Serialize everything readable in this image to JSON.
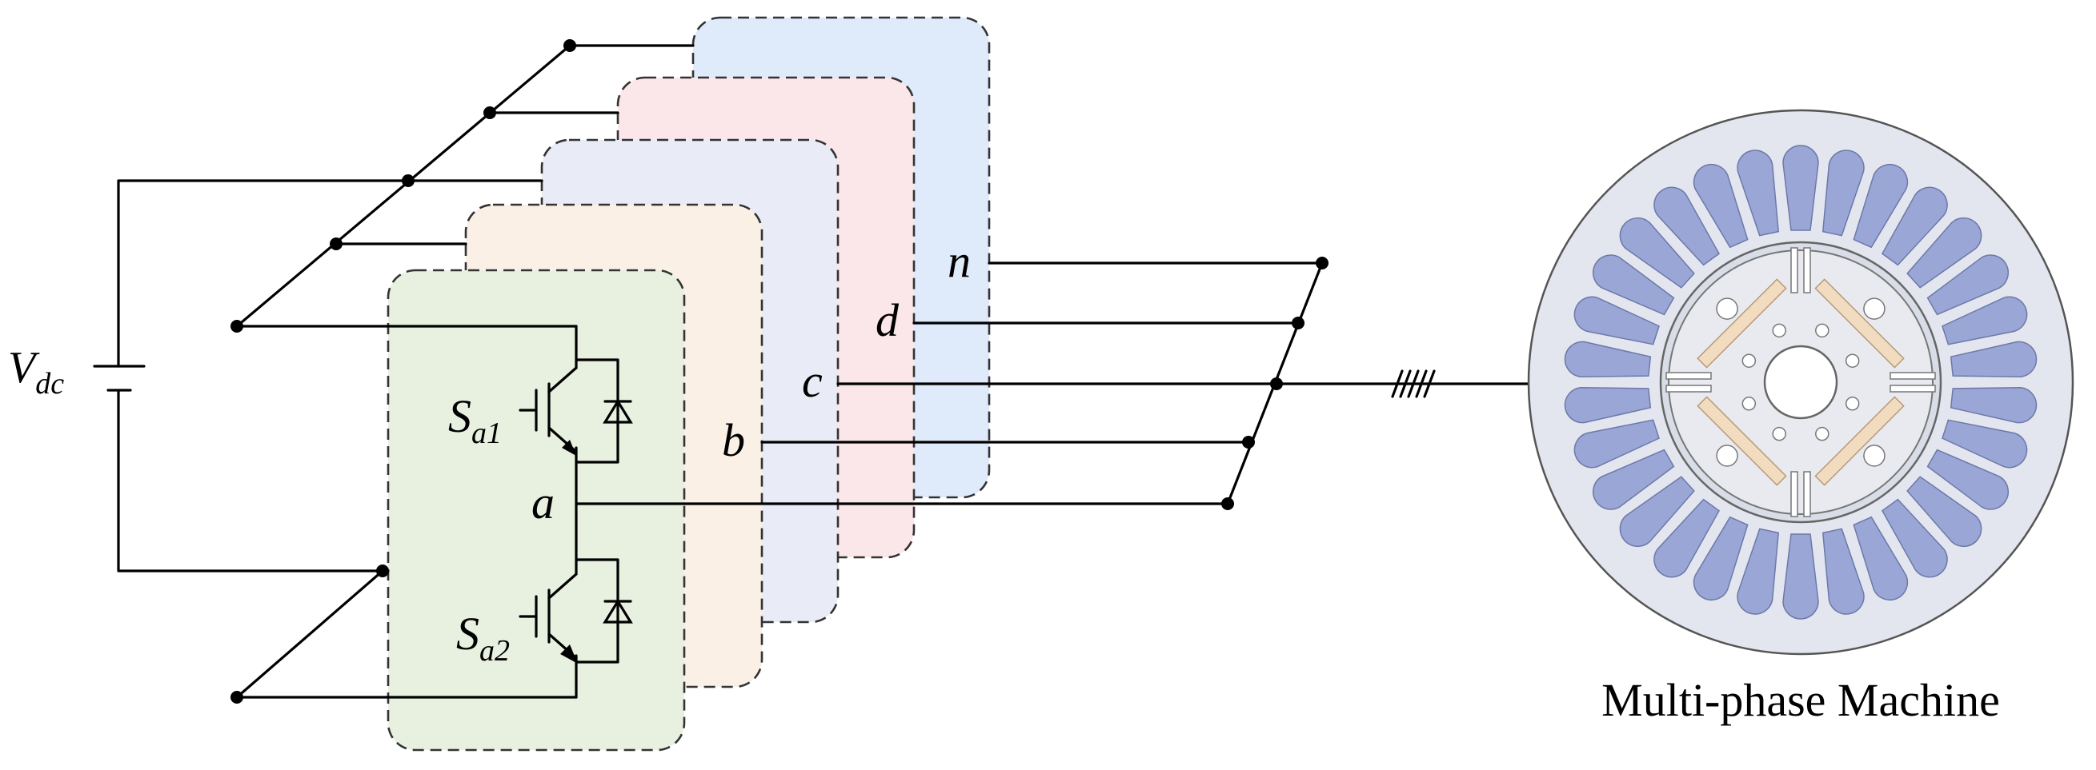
{
  "labels": {
    "vdc_main": "V",
    "vdc_sub": "dc",
    "sa1_main": "S",
    "sa1_sub": "a1",
    "sa2_main": "S",
    "sa2_sub": "a2",
    "phase_a": "a",
    "phase_b": "b",
    "phase_c": "c",
    "phase_d": "d",
    "phase_n": "n",
    "machine": "Multi-phase Machine"
  },
  "colors": {
    "panel_a": "#e8f0e0",
    "panel_b": "#fbf0e6",
    "panel_c": "#e9ebf6",
    "panel_d": "#fbe6ea",
    "panel_n": "#dfeafb",
    "machine_disc": "#e3e6ee",
    "stator_slot": "#99a6d6",
    "rotor_magnet": "#f2dcc0",
    "wire": "#000000"
  }
}
